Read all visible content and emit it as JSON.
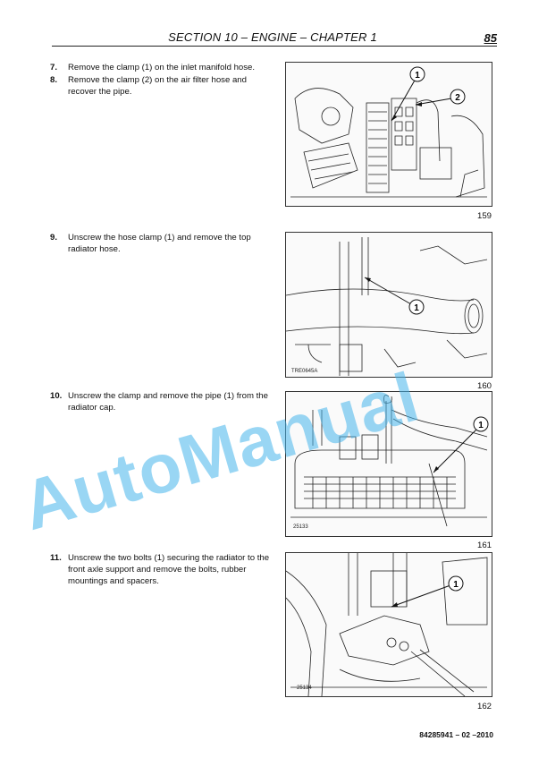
{
  "header": {
    "title": "SECTION 10 – ENGINE – CHAPTER 1",
    "page_number": "85"
  },
  "steps": [
    {
      "num": "7.",
      "text": "Remove the clamp (1) on the inlet manifold hose."
    },
    {
      "num": "8.",
      "text": "Remove the clamp (2) on the air filter hose and recover the pipe."
    },
    {
      "num": "9.",
      "text": "Unscrew the hose clamp (1) and remove the top radiator hose."
    },
    {
      "num": "10.",
      "text": "Unscrew the clamp and remove the pipe (1) from the radiator cap."
    },
    {
      "num": "11.",
      "text": "Unscrew the two bolts (1) securing the radiator to the front axle support and remove the bolts, rubber mountings and spacers."
    }
  ],
  "figures": [
    {
      "number": "159",
      "callouts": [
        "1",
        "2"
      ],
      "code": ""
    },
    {
      "number": "160",
      "callouts": [
        "1"
      ],
      "code": "TRE0645A"
    },
    {
      "number": "161",
      "callouts": [
        "1"
      ],
      "code": "25133"
    },
    {
      "number": "162",
      "callouts": [
        "1"
      ],
      "code": "25134"
    }
  ],
  "watermark": "AutoManual",
  "footer": "84285941 – 02 –2010"
}
